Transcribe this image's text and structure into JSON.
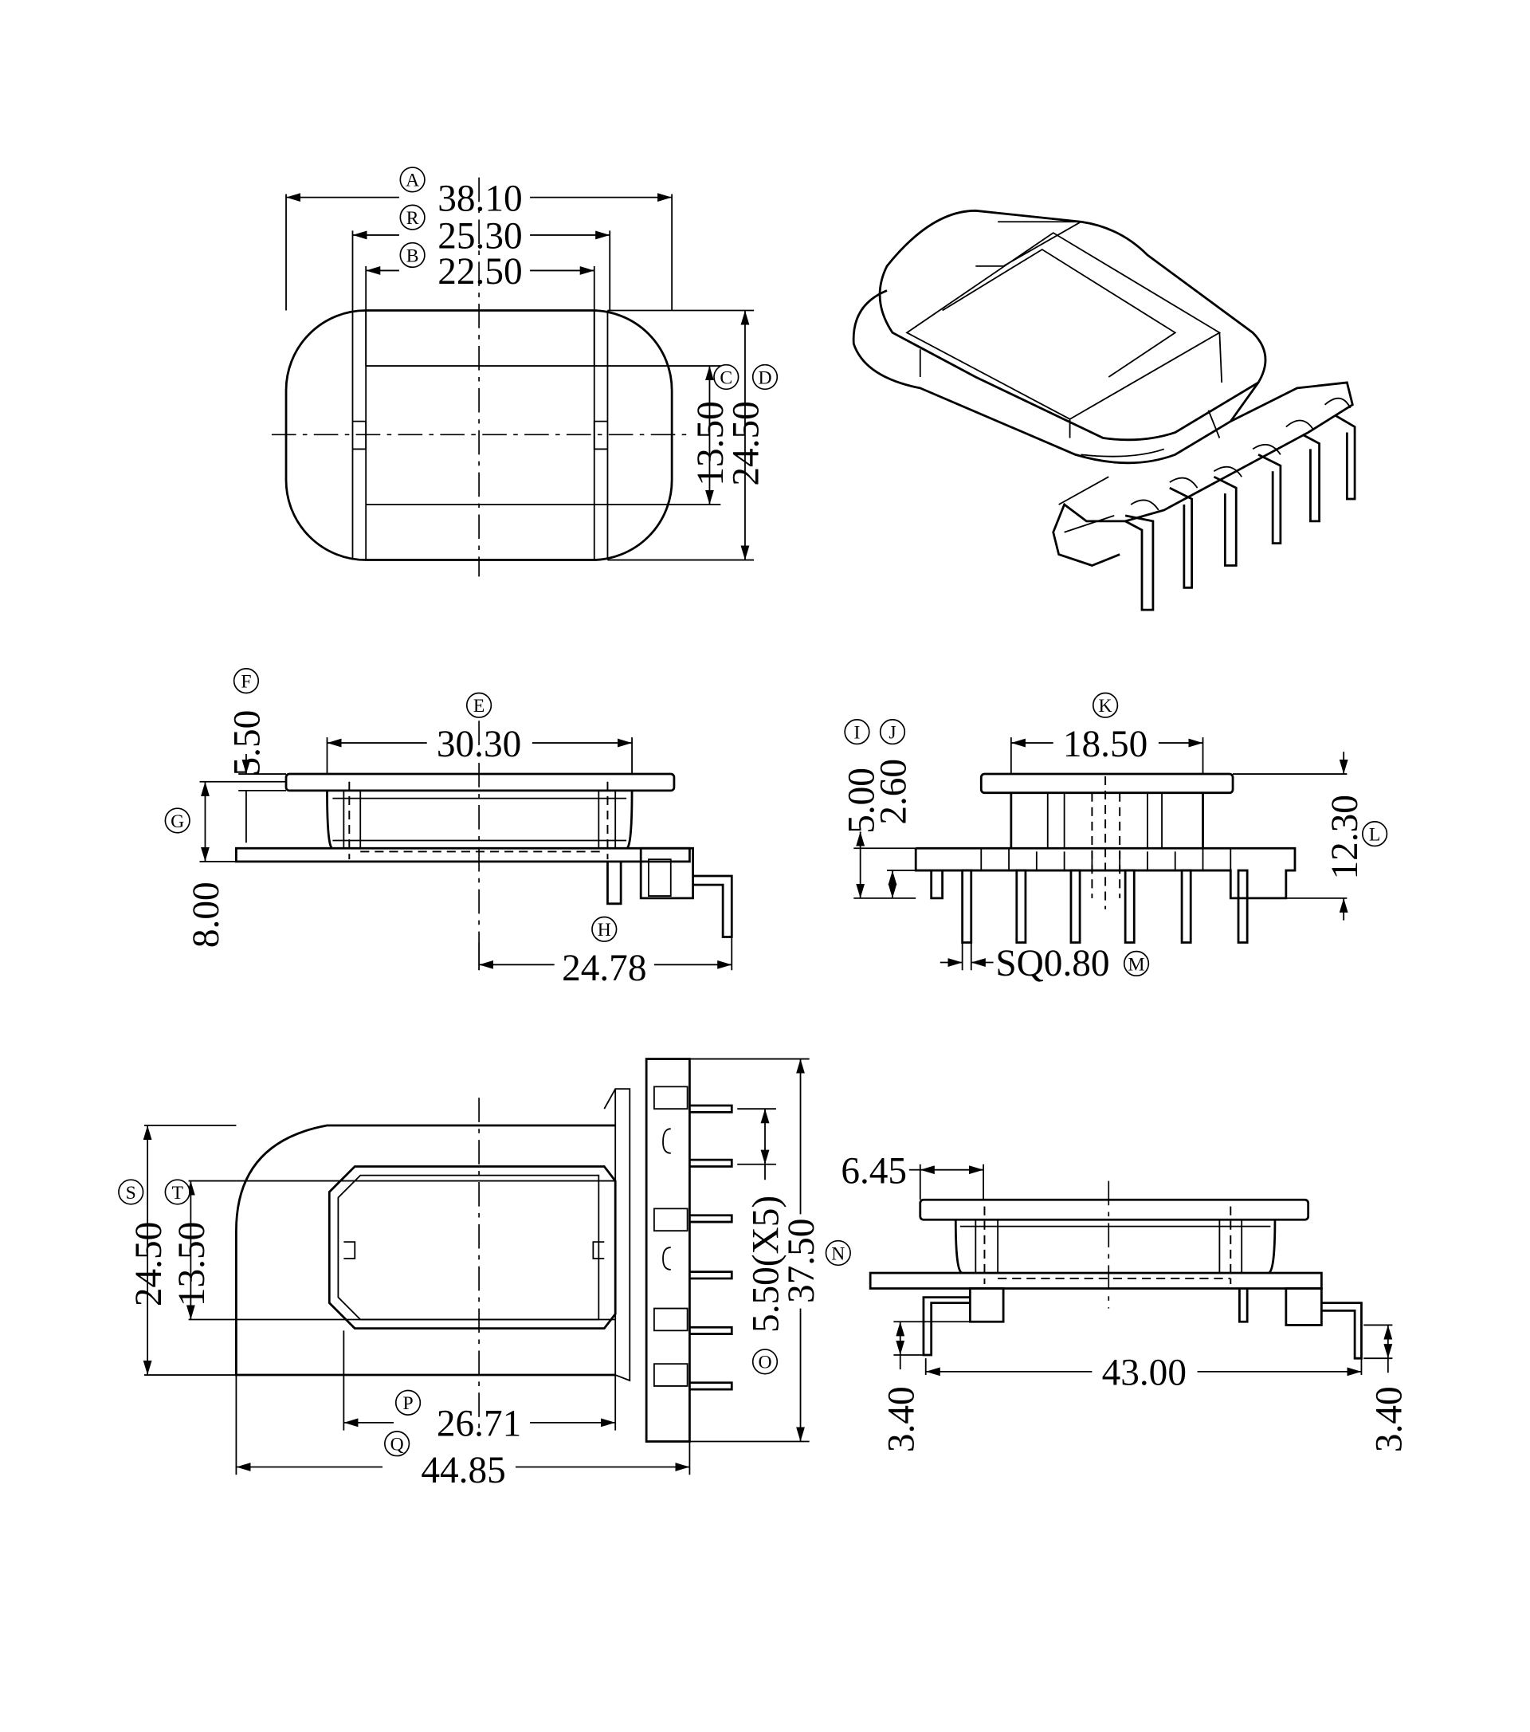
{
  "title": "Bobbin dimensional drawing",
  "colors": {
    "line": "#000000",
    "background": "#ffffff"
  },
  "top_view": {
    "A": {
      "label": "A",
      "value": "38.10"
    },
    "R": {
      "label": "R",
      "value": "25.30"
    },
    "B": {
      "label": "B",
      "value": "22.50"
    },
    "C": {
      "label": "C",
      "value": "13.50"
    },
    "D": {
      "label": "D",
      "value": "24.50"
    }
  },
  "side_view": {
    "E": {
      "label": "E",
      "value": "30.30"
    },
    "F": {
      "label": "F",
      "value": "5.50"
    },
    "G": {
      "label": "G",
      "value": "8.00"
    },
    "H": {
      "label": "H",
      "value": "24.78"
    }
  },
  "end_view": {
    "K": {
      "label": "K",
      "value": "18.50"
    },
    "I": {
      "label": "I",
      "value": "5.00"
    },
    "J": {
      "label": "J",
      "value": "2.60"
    },
    "L": {
      "label": "L",
      "value": "12.30"
    },
    "M": {
      "label": "M",
      "value": "SQ0.80"
    }
  },
  "bottom_view": {
    "S": {
      "label": "S",
      "value": "24.50"
    },
    "T": {
      "label": "T",
      "value": "13.50"
    },
    "O": {
      "label": "O",
      "value": "5.50(X5)"
    },
    "N": {
      "label": "N",
      "value": "37.50"
    },
    "P": {
      "label": "P",
      "value": "26.71"
    },
    "Q": {
      "label": "Q",
      "value": "44.85"
    }
  },
  "front_view": {
    "w1": {
      "value": "6.45"
    },
    "w2": {
      "value": "43.00"
    },
    "h_left": {
      "value": "3.40"
    },
    "h_right": {
      "value": "3.40"
    }
  }
}
